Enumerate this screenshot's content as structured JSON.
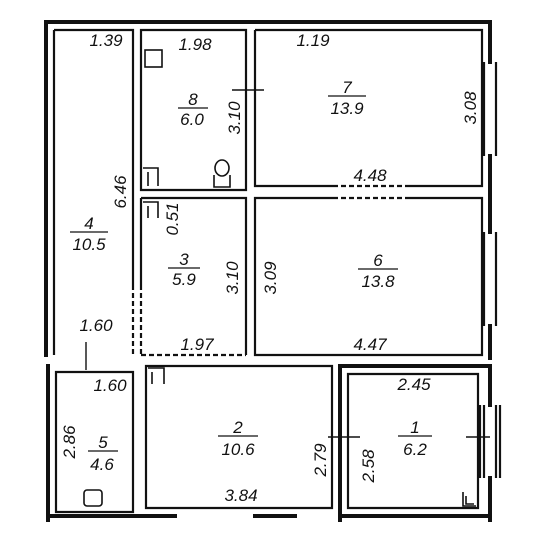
{
  "rooms": [
    {
      "number": "1",
      "area": "6.2"
    },
    {
      "number": "2",
      "area": "10.6"
    },
    {
      "number": "3",
      "area": "5.9"
    },
    {
      "number": "4",
      "area": "10.5"
    },
    {
      "number": "5",
      "area": "4.6"
    },
    {
      "number": "6",
      "area": "13.8"
    },
    {
      "number": "7",
      "area": "13.9"
    },
    {
      "number": "8",
      "area": "6.0"
    }
  ],
  "dimensions": {
    "d_1_39": "1.39",
    "d_1_98": "1.98",
    "d_1_19": "1.19",
    "d_3_10_top": "3.10",
    "d_3_08": "3.08",
    "d_6_46": "6.46",
    "d_4_48": "4.48",
    "d_0_51": "0.51",
    "d_3_10_mid": "3.10",
    "d_3_09": "3.09",
    "d_1_60_top": "1.60",
    "d_1_97": "1.97",
    "d_4_47": "4.47",
    "d_1_60_bottom": "1.60",
    "d_2_45": "2.45",
    "d_2_86": "2.86",
    "d_2_79": "2.79",
    "d_2_58": "2.58",
    "d_3_84": "3.84"
  },
  "colors": {
    "wall": "#111111",
    "background": "#ffffff"
  }
}
